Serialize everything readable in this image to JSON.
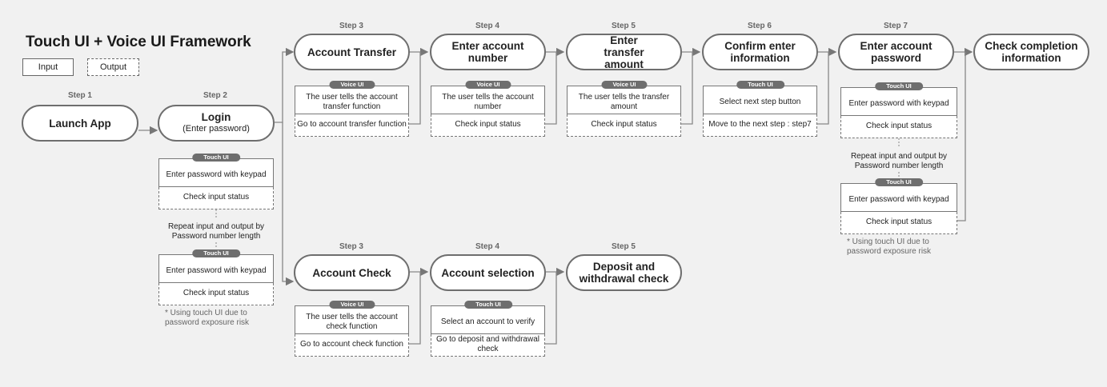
{
  "title": "Touch UI + Voice UI Framework",
  "legend": {
    "input": "Input",
    "output": "Output"
  },
  "steps": {
    "s1": "Step 1",
    "s2": "Step 2",
    "t3": "Step 3",
    "t4": "Step 4",
    "t5": "Step 5",
    "t6": "Step 6",
    "t7": "Step 7",
    "b3": "Step 3",
    "b4": "Step 4",
    "b5": "Step 5"
  },
  "nodes": {
    "launch": "Launch App",
    "login": "Login",
    "login_sub": "(Enter password)",
    "transfer": "Account Transfer",
    "enter_number": "Enter account number",
    "transfer_amount": "Enter transfer amount",
    "confirm": "Confirm enter information",
    "enter_password": "Enter account password",
    "completion": "Check completion information",
    "check": "Account Check",
    "selection": "Account selection",
    "deposit": "Deposit and withdrawal check"
  },
  "badges": {
    "touch": "Touch UI",
    "voice": "Voice UI"
  },
  "cards": {
    "login_top": {
      "in": "Enter password with keypad",
      "out": "Check input status"
    },
    "login_bottom": {
      "in": "Enter password with keypad",
      "out": "Check input status"
    },
    "transfer": {
      "in": "The user tells the account transfer function",
      "out": "Go to account transfer function"
    },
    "number": {
      "in": "The user tells the account number",
      "out": "Check input status"
    },
    "amount": {
      "in": "The user tells the transfer amount",
      "out": "Check input status"
    },
    "confirm": {
      "in": "Select next step button",
      "out": "Move to the next step : step7"
    },
    "pw_top": {
      "in": "Enter password with keypad",
      "out": "Check input status"
    },
    "pw_bottom": {
      "in": "Enter password with keypad",
      "out": "Check input status"
    },
    "check": {
      "in": "The user tells the account check function",
      "out": "Go to account check function"
    },
    "selection": {
      "in": "Select an account to verify",
      "out": "Go to deposit and withdrawal check"
    }
  },
  "repeat_note": "Repeat input and output by Password number length",
  "footnote": "* Using touch UI due to password exposure risk"
}
